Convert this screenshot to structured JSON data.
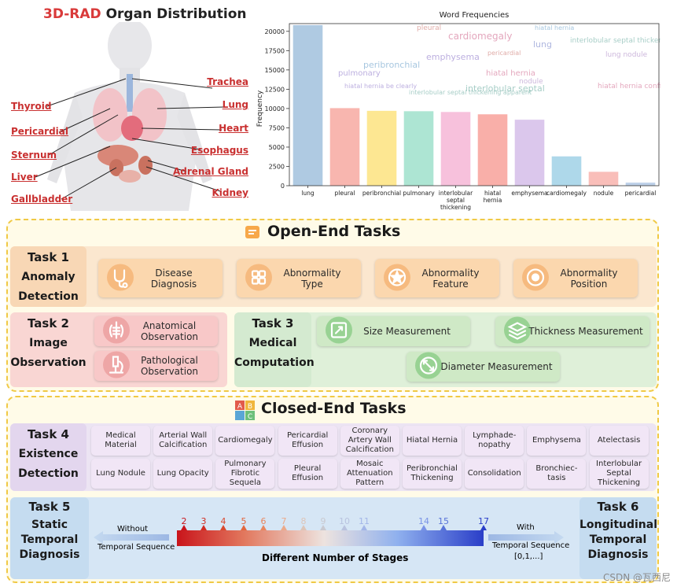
{
  "organ_panel": {
    "title_highlight": "3D-RAD",
    "title_rest": "Organ Distribution",
    "left_labels": [
      "Thyroid",
      "Pericardial",
      "Sternum",
      "Liver",
      "Gallbladder"
    ],
    "right_labels": [
      "Trachea",
      "Lung",
      "Heart",
      "Esophagus",
      "Adrenal Gland",
      "Kidney"
    ]
  },
  "chart_data": {
    "type": "bar",
    "title": "Word Frequencies",
    "ylabel": "Frequency",
    "xlabel": "",
    "ylim": [
      0,
      21000
    ],
    "yticks": [
      0,
      2500,
      5000,
      7500,
      10000,
      12500,
      15000,
      17500,
      20000
    ],
    "categories": [
      "lung",
      "pleural",
      "peribronchial",
      "pulmonary",
      "interlobular septal thickening",
      "hiatal hernia",
      "emphysema",
      "cardiomegaly",
      "nodule",
      "pericardial"
    ],
    "values": [
      20800,
      10050,
      9700,
      9650,
      9550,
      9250,
      8550,
      3800,
      1800,
      400
    ],
    "colors": [
      "#a8c6e0",
      "#f7b0a8",
      "#fde589",
      "#a6e3cf",
      "#f6bcd9",
      "#f8a8a2",
      "#d8c2ea",
      "#a7d5e8",
      "#f8b9b3",
      "#b9cde7"
    ],
    "wordcloud_words": [
      "cardiomegaly",
      "emphysema",
      "peribronchial",
      "pulmonary",
      "hiatal hernia",
      "interlobular septal",
      "pleural",
      "lung",
      "nodule",
      "interlobular septal thickening",
      "hiatal hernia confirmed",
      "hiatal hernia be clearly",
      "pericardial",
      "hiatal hernia",
      "lung nodule",
      "interlobular septal thickening apparent"
    ]
  },
  "open_end": {
    "title": "Open-End Tasks",
    "task1": {
      "num": "Task 1",
      "name_l1": "Anomaly",
      "name_l2": "Detection"
    },
    "task1_cards": [
      "Disease\nDiagnosis",
      "Abnormality\nType",
      "Abnormality\nFeature",
      "Abnormality\nPosition"
    ],
    "task2": {
      "num": "Task 2",
      "name_l1": "Image",
      "name_l2": "Observation"
    },
    "task2_cards": [
      "Anatomical\nObservation",
      "Pathological\nObservation"
    ],
    "task3": {
      "num": "Task 3",
      "name_l1": "Medical",
      "name_l2": "Computation"
    },
    "task3_cards": [
      "Size Measurement",
      "Thickness Measurement",
      "Diameter Measurement"
    ]
  },
  "closed_end": {
    "title": "Closed-End Tasks",
    "task4": {
      "num": "Task 4",
      "name_l1": "Existence",
      "name_l2": "Detection"
    },
    "task4_row1": [
      "Medical\nMaterial",
      "Arterial Wall\nCalcification",
      "Cardiomegaly",
      "Pericardial\nEffusion",
      "Coronary\nArtery Wall\nCalcification",
      "Hiatal Hernia",
      "Lymphade-\nnopathy",
      "Emphysema",
      "Atelectasis"
    ],
    "task4_row2": [
      "Lung Nodule",
      "Lung Opacity",
      "Pulmonary\nFibrotic\nSequela",
      "Pleural\nEffusion",
      "Mosaic\nAttenuation\nPattern",
      "Peribronchial\nThickening",
      "Consolidation",
      "Bronchiec-\ntasis",
      "Interlobular\nSeptal\nThickening"
    ],
    "task5": {
      "num": "Task 5",
      "name_l1": "Static",
      "name_l2": "Temporal",
      "name_l3": "Diagnosis"
    },
    "task6": {
      "num": "Task 6",
      "name_l1": "Longitudinal",
      "name_l2": "Temporal",
      "name_l3": "Diagnosis"
    },
    "without_label": "Without",
    "without_seq": "Temporal Sequence",
    "with_label": "With",
    "with_seq": "Temporal Sequence",
    "with_range": "[0,1,...]",
    "stages_label": "Different Number of Stages",
    "stages": [
      "2",
      "3",
      "4",
      "5",
      "6",
      "7",
      "8",
      "9",
      "10",
      "11",
      "14",
      "15",
      "17"
    ]
  },
  "watermark": "CSDN @瓦西尼",
  "colors": {
    "red_accent": "#d93a3a",
    "section_border": "#f0c945",
    "orange_panel": "#fbe0c2",
    "orange_card": "#fbd2a2",
    "pink_panel": "#f9d3d0",
    "pink_card": "#f8c4c4",
    "green_panel": "#dcefd6",
    "green_card": "#c9e7c0",
    "purple_panel": "#e8e0f0",
    "purple_card": "#f1e6f6",
    "blue_panel": "#cfe1f2"
  }
}
